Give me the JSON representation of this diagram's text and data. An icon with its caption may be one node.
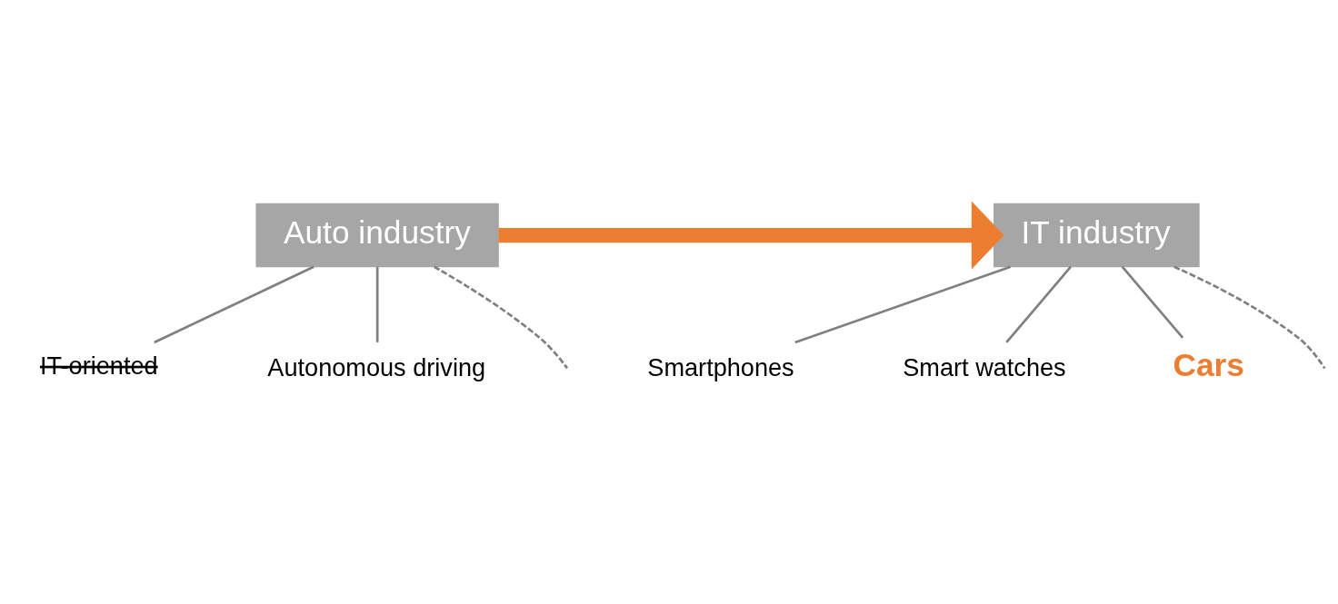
{
  "diagram": {
    "nodes": [
      {
        "text": [
          "Auto industry"
        ]
      },
      {
        "text": [
          "IT-oriented"
        ]
      },
      {
        "text": [
          "Autonomous driving"
        ]
      },
      {
        "text": [
          "IT industry"
        ]
      },
      {
        "text": [
          "Smartphones"
        ]
      },
      {
        "text": [
          "Smart watches"
        ]
      },
      {
        "text": [
          "Cars"
        ]
      }
    ],
    "edges": [
      {
        "from": 0,
        "to": 1,
        "arrow": "none"
      },
      {
        "from": 0,
        "to": 2,
        "arrow": "none"
      },
      {
        "from": 0,
        "to": null,
        "arrow": "none",
        "style": "dashed"
      },
      {
        "from": 0,
        "to": 3,
        "arrow": "to",
        "style": "thick",
        "color": "#ed7d31"
      },
      {
        "from": 3,
        "to": 4,
        "arrow": "none"
      },
      {
        "from": 3,
        "to": 5,
        "arrow": "none"
      },
      {
        "from": 3,
        "to": 6,
        "arrow": "none"
      },
      {
        "from": 3,
        "to": null,
        "arrow": "none",
        "style": "dashed"
      }
    ]
  }
}
